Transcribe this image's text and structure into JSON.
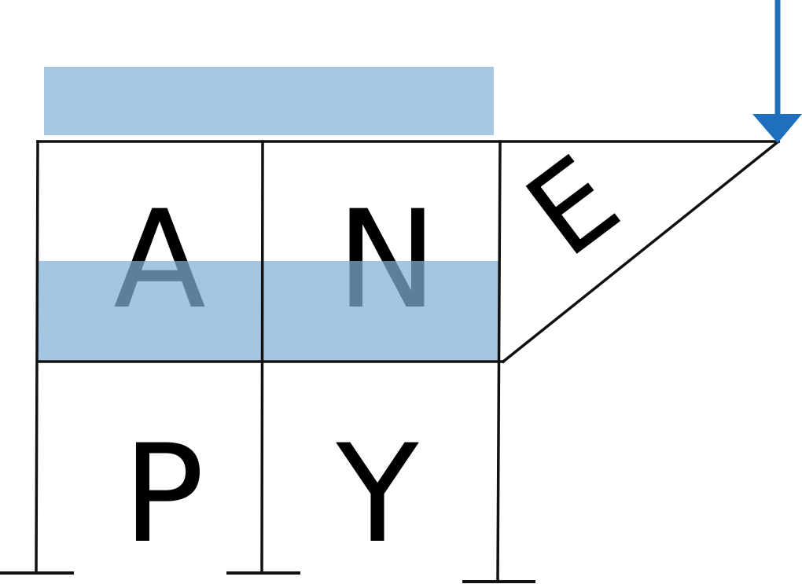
{
  "letters": {
    "a": "A",
    "n": "N",
    "e": "E",
    "p": "P",
    "y": "Y"
  },
  "colors": {
    "band": "#a7c7e3",
    "arrow": "#1f6fbf",
    "line": "#111111",
    "text": "#000000"
  }
}
